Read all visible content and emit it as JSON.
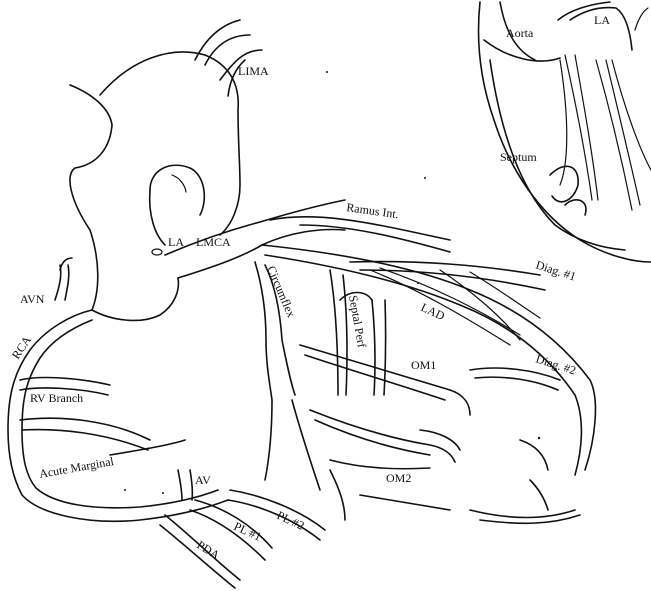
{
  "labels": {
    "lima": "LIMA",
    "aorta": "Aorta",
    "la_inset": "LA",
    "septum": "Septum",
    "ramus": "Ramus Int.",
    "la": "LA",
    "lmca": "LMCA",
    "circumflex": "Circumflex",
    "septal_perf": "Septal Perf",
    "lad": "LAD",
    "diag1": "Diag. #1",
    "diag2": "Diag. #2",
    "om1": "OM1",
    "om2": "OM2",
    "avn": "AVN",
    "rca": "RCA",
    "rv_branch": "RV Branch",
    "acute_marginal": "Acute Marginal",
    "av": "AV",
    "pda": "PDA",
    "pl1": "PL #1",
    "pl2": "PL #2"
  }
}
